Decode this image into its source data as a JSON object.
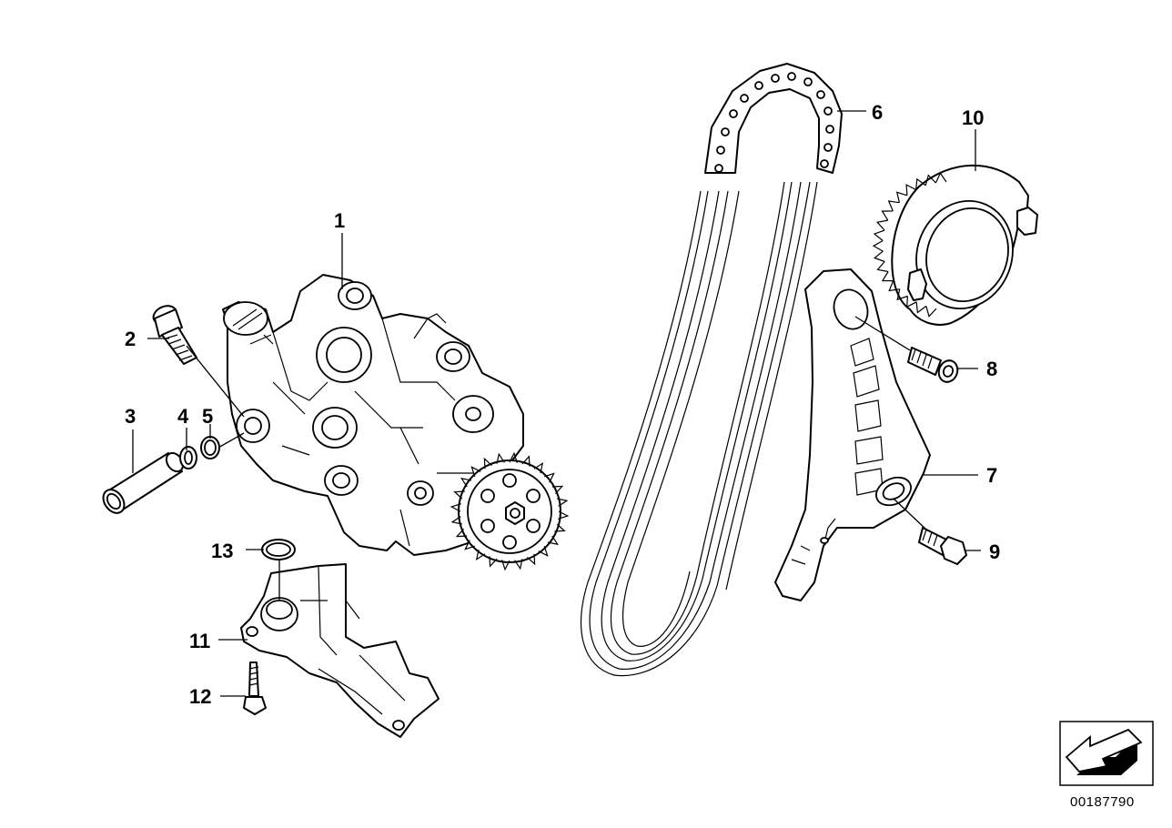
{
  "callouts": [
    {
      "id": "1",
      "label": "1"
    },
    {
      "id": "2",
      "label": "2"
    },
    {
      "id": "3",
      "label": "3"
    },
    {
      "id": "4",
      "label": "4"
    },
    {
      "id": "5",
      "label": "5"
    },
    {
      "id": "6",
      "label": "6"
    },
    {
      "id": "7",
      "label": "7"
    },
    {
      "id": "8",
      "label": "8"
    },
    {
      "id": "9",
      "label": "9"
    },
    {
      "id": "10",
      "label": "10"
    },
    {
      "id": "11",
      "label": "11"
    },
    {
      "id": "12",
      "label": "12"
    },
    {
      "id": "13",
      "label": "13"
    }
  ],
  "document_number": "00187790",
  "colors": {
    "line": "#000000",
    "background": "#ffffff",
    "arrow_fill": "#ffffff",
    "arrow_shadow": "#000000"
  },
  "icons": {
    "navigation": "back-arrow-icon"
  }
}
